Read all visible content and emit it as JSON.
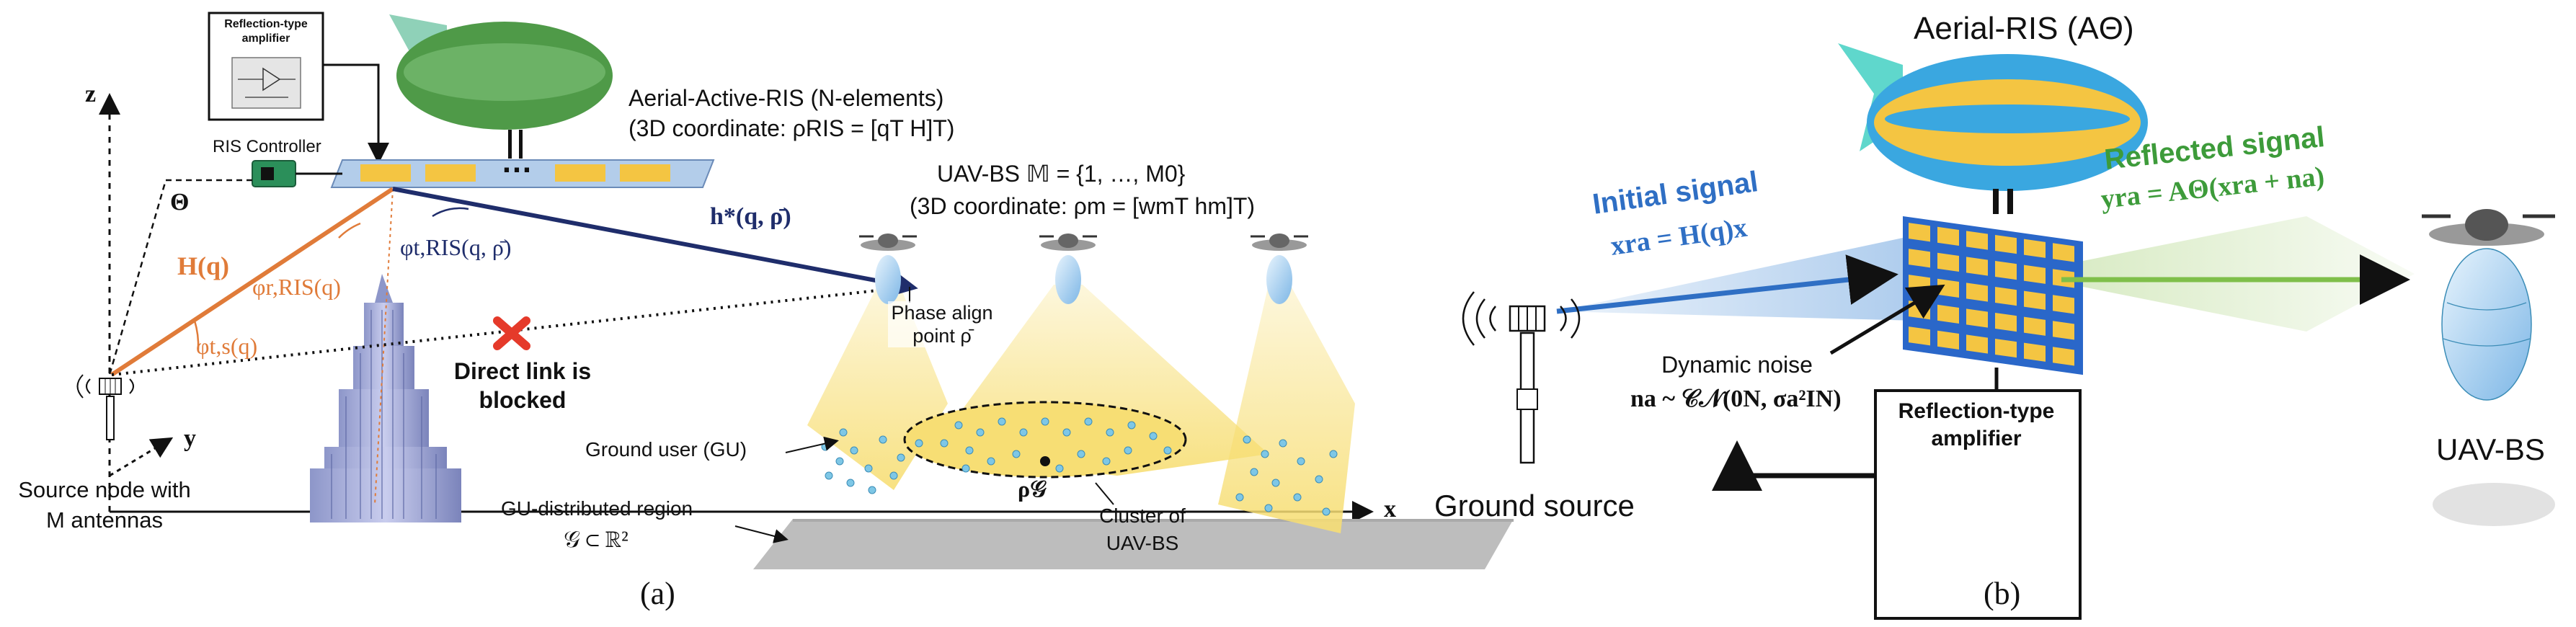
{
  "panel_a": {
    "caption": "(a)",
    "axes": {
      "z": "z",
      "y": "y",
      "x": "x"
    },
    "reflection_amplifier_label": "Reflection-type amplifier",
    "ris_controller_label": "RIS Controller",
    "theta_label": "Θ",
    "aerial_active_ris_line1": "Aerial-Active-RIS (N-elements)",
    "aerial_active_ris_line2": "(3D coordinate: ρRIS = [qT H]T)",
    "channel_h_label": "H(q)",
    "angle_r_ris_label": "φr,RIS(q)",
    "angle_t_s_label": "φt,s(q)",
    "angle_t_ris_label": "φt,RIS(q, ρ̄)",
    "channel_h_star_label": "h*(q, ρ̄)",
    "uav_bs_set_line1": "UAV-BS 𝕄 = {1, …, M0}",
    "uav_bs_set_line2": "(3D coordinate: ρm = [wmT hm]T)",
    "phase_align_label": "Phase align point ρ̄",
    "direct_link_label": "Direct link is blocked",
    "ground_user_label": "Ground user (GU)",
    "gu_region_line1": "GU-distributed region",
    "gu_region_line2": "𝒢 ⊂ ℝ²",
    "cluster_line1": "Cluster of",
    "cluster_line2": "UAV-BS",
    "rho_g_label": "ρ𝒢",
    "source_node_line1": "Source node with",
    "source_node_line2": "M antennas",
    "ris_dots": "…"
  },
  "panel_b": {
    "caption": "(b)",
    "aerial_ris_label": "Aerial-RIS (AΘ)",
    "initial_signal_label": "Initial signal",
    "initial_signal_eq": "xra = H(q)x",
    "reflected_signal_label": "Reflected signal",
    "reflected_signal_eq": "yra = AΘ(xra + na)",
    "dynamic_noise_label": "Dynamic noise",
    "dynamic_noise_eq": "na ~ 𝒞𝒩(0N, σa²IN)",
    "reflection_amplifier_label": "Reflection-type amplifier",
    "ground_source_label": "Ground source",
    "uav_bs_label": "UAV-BS"
  },
  "colors": {
    "orange_channel": "#e07b39",
    "navy_channel": "#1f2d6b",
    "blue_signal": "#2f6fc4",
    "green_signal": "#3d9b3a",
    "ris_panel": "#f4c542",
    "ris_blue_frame": "#2a67c9",
    "airship_green": "#4f9a48",
    "airship_yellow": "#f4c542",
    "airship_blue": "#3aa7e0",
    "beam_yellow": "#f7de74",
    "red_cross": "#e53a2a"
  }
}
